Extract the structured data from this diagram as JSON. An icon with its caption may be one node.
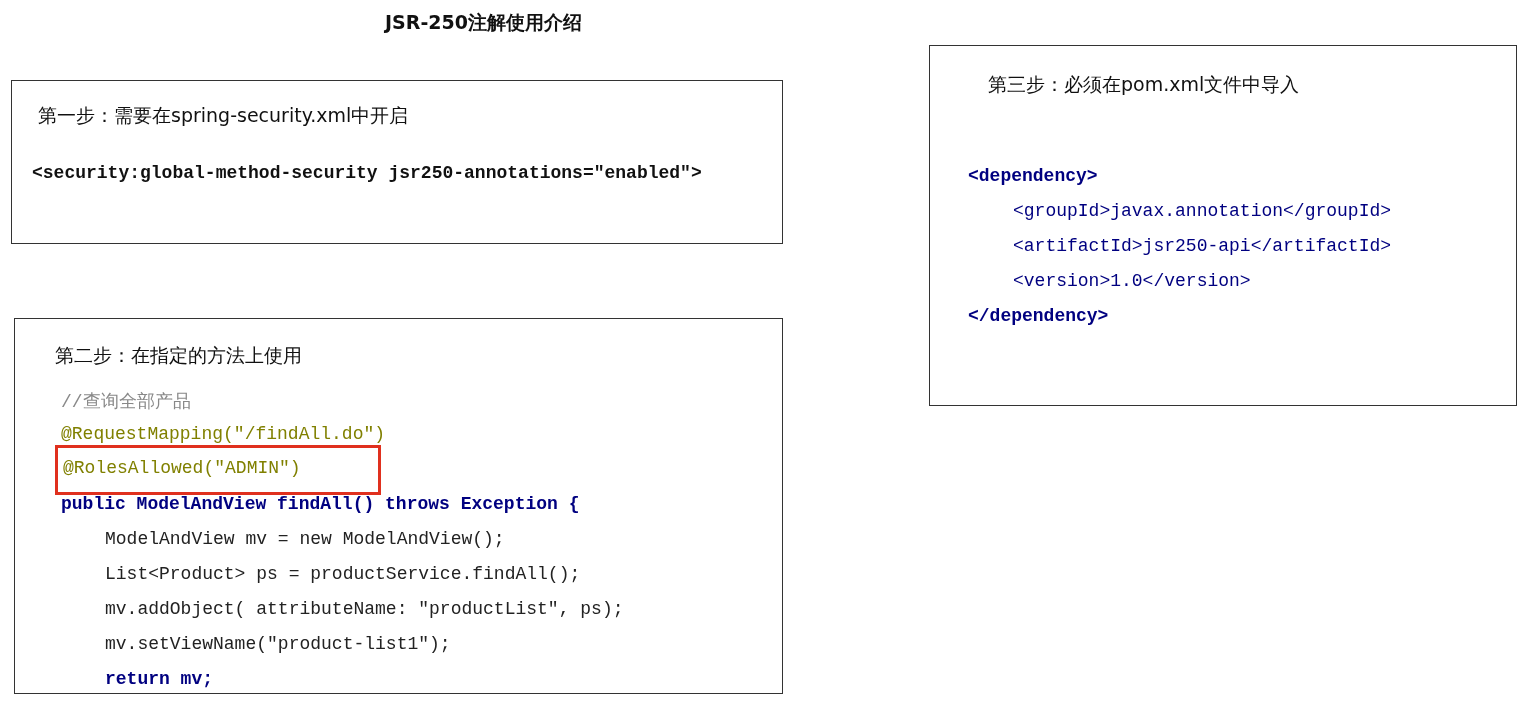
{
  "diagram": {
    "title": "JSR-250注解使用介绍",
    "nodes": [
      {
        "text": [
          "第一步：需要在spring-security.xml中开启",
          "<security:global-method-security jsr250-annotations=\"enabled\">"
        ]
      },
      {
        "text": [
          "第二步：在指定的方法上使用",
          "//查询全部产品",
          "@RequestMapping(\"/findAll.do\")",
          "public ModelAndView findAll() throws Exception {",
          "ModelAndView mv = new ModelAndView();",
          "List<Product> ps = productService.findAll();",
          "mv.addObject( attributeName: \"productList\", ps);",
          "mv.setViewName(\"product-list1\");",
          "return mv;"
        ]
      },
      {
        "text": [
          "@RolesAllowed(\"ADMIN\")"
        ],
        "in": 1
      },
      {
        "text": [
          "第三步：必须在pom.xml文件中导入",
          "<dependency>",
          "<groupId>javax.annotation</groupId>",
          "<artifactId>jsr250-api</artifactId>",
          "<version>1.0</version>",
          "</dependency>"
        ]
      }
    ],
    "edges": []
  }
}
